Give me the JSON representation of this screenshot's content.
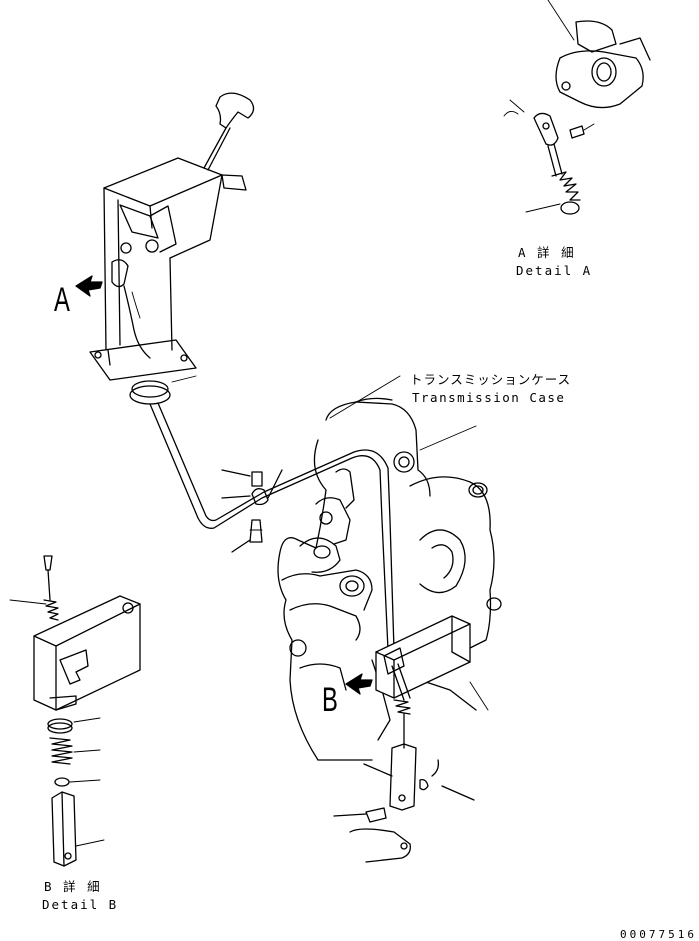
{
  "callouts": {
    "view_a_letter": "A",
    "view_b_letter": "B"
  },
  "labels": {
    "detail_a_jp": "A 詳 細",
    "detail_a_en": "Detail A",
    "detail_b_jp": "B 詳 細",
    "detail_b_en": "Detail B",
    "transmission_case_jp": "トランスミッションケース",
    "transmission_case_en": "Transmission Case"
  },
  "drawing_number": "00077516"
}
